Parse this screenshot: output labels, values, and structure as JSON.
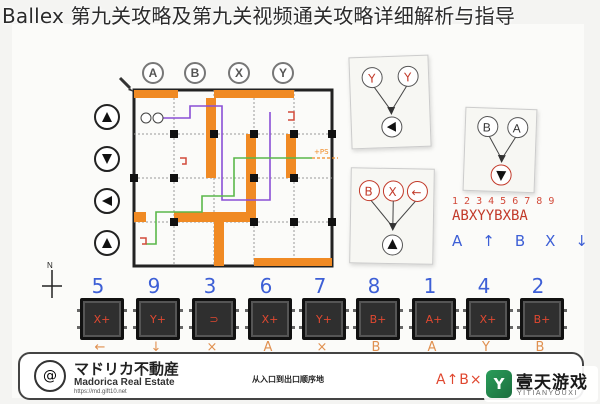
{
  "title": "Ballex 第九关攻略及第九关视频通关攻略详细解析与指导",
  "column_labels": [
    "A",
    "B",
    "X",
    "Y"
  ],
  "direction_buttons": [
    "up",
    "down",
    "left",
    "up"
  ],
  "notes": {
    "top": {
      "inputs": [
        "Y",
        "Y"
      ],
      "output": "left"
    },
    "middle": {
      "inputs": [
        "B",
        "X",
        "←"
      ],
      "output": "up"
    },
    "right": {
      "inputs": [
        "B",
        "A"
      ],
      "output": "down"
    }
  },
  "sequence": {
    "numbers": "1 2 3 4 5 6 7 8 9",
    "letters": "ABXYYBXBA",
    "mapping": [
      "A",
      "↑",
      "B",
      "X",
      "↓"
    ]
  },
  "chips": [
    {
      "num": "5",
      "label": "X+",
      "sub": "←"
    },
    {
      "num": "9",
      "label": "Y+",
      "sub": "↓"
    },
    {
      "num": "3",
      "label": "⊃",
      "sub": "×"
    },
    {
      "num": "6",
      "label": "X+",
      "sub": "A"
    },
    {
      "num": "7",
      "label": "Y+",
      "sub": "×"
    },
    {
      "num": "8",
      "label": "B+",
      "sub": "B"
    },
    {
      "num": "1",
      "label": "A+",
      "sub": "A"
    },
    {
      "num": "4",
      "label": "X+",
      "sub": "Y"
    },
    {
      "num": "2",
      "label": "B+",
      "sub": "B"
    }
  ],
  "footer": {
    "brand_jp": "マドリカ不動産",
    "brand_en": "Madorica Real Estate",
    "brand_url": "https://md.gift10.net",
    "center_text": "从入口到出口顺序地",
    "answer": "A↑B×↓"
  },
  "watermark": {
    "icon": "Y",
    "name": "壹天游戏",
    "sub": "YITIANYOUXI"
  },
  "colors": {
    "orange": "#f08a24",
    "green": "#5bb84a",
    "purple": "#8a4fd6",
    "red_ink": "#d24a3a",
    "blue_ink": "#3d5fd6"
  }
}
